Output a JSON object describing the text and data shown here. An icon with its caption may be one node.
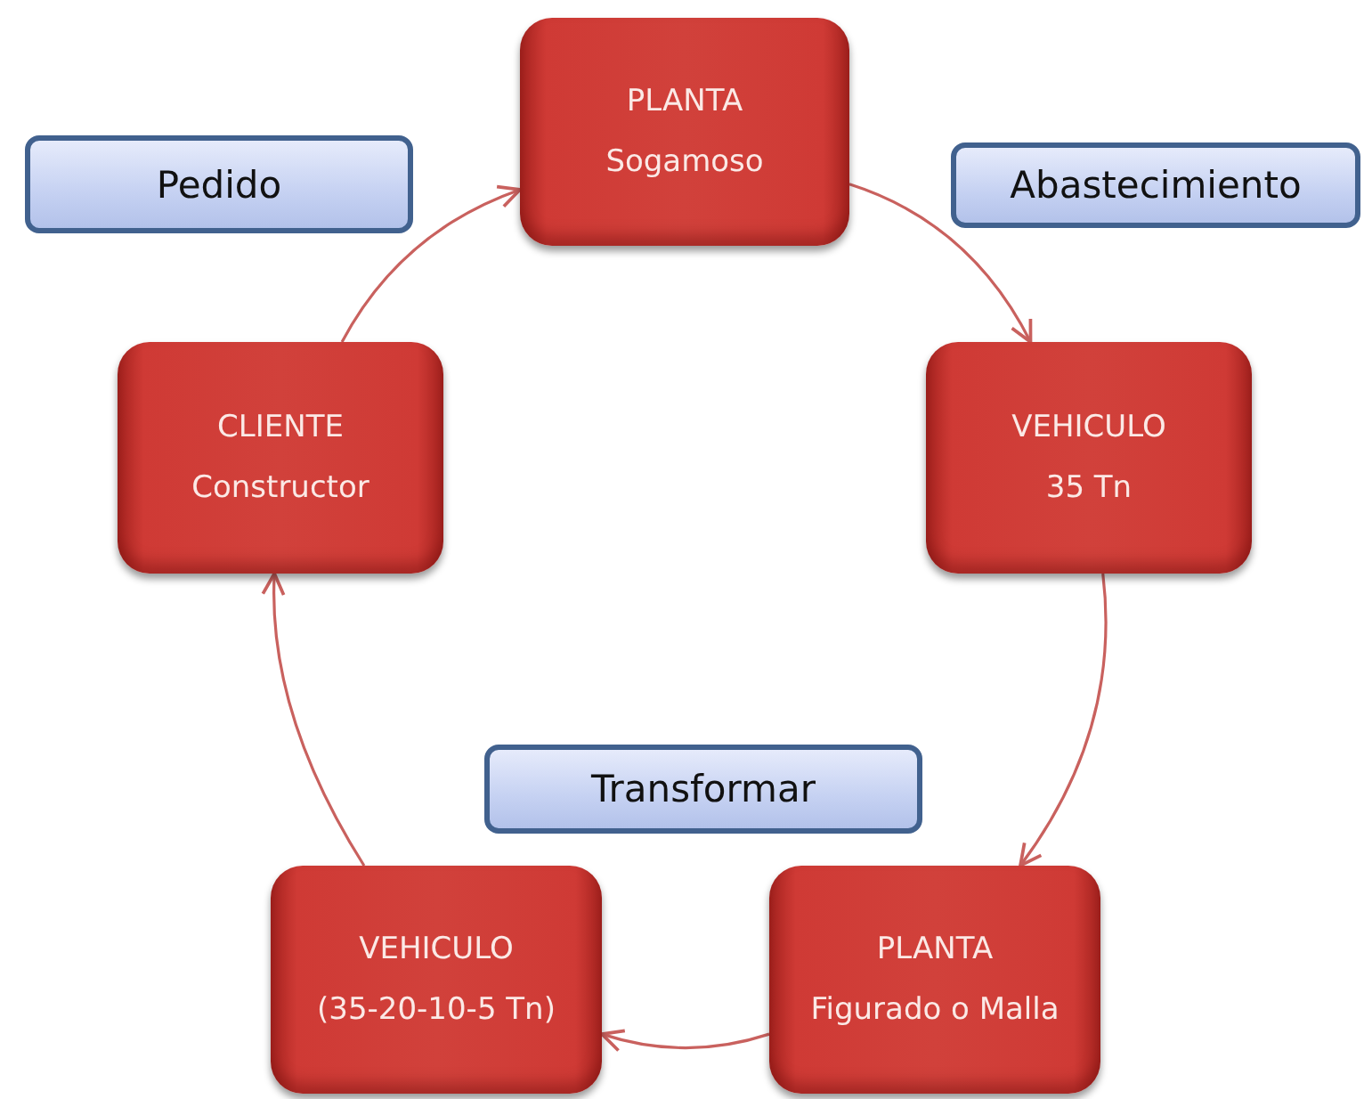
{
  "diagram": {
    "nodes": [
      {
        "text": [
          "PLANTA",
          "Sogamoso"
        ]
      },
      {
        "text": [
          "Pedido"
        ]
      },
      {
        "text": [
          "Abastecimiento"
        ]
      },
      {
        "text": [
          "CLIENTE",
          "Constructor"
        ]
      },
      {
        "text": [
          "VEHICULO",
          "35 Tn"
        ]
      },
      {
        "text": [
          "Transformar"
        ]
      },
      {
        "text": [
          "VEHICULO",
          "(35-20-10-5 Tn)"
        ]
      },
      {
        "text": [
          "PLANTA",
          "Figurado o Malla"
        ]
      }
    ],
    "edges": [
      {
        "from": 3,
        "to": 0,
        "arrow": "to"
      },
      {
        "from": 0,
        "to": 4,
        "arrow": "to"
      },
      {
        "from": 4,
        "to": 7,
        "arrow": "to"
      },
      {
        "from": 7,
        "to": 6,
        "arrow": "to"
      },
      {
        "from": 6,
        "to": 3,
        "arrow": "to"
      }
    ]
  }
}
